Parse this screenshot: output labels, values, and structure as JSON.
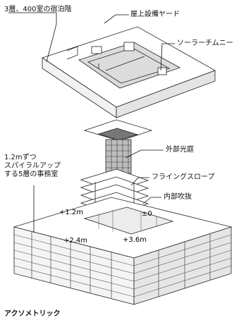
{
  "labels": {
    "guest_floors": "3層、400室の宿泊階",
    "rooftop_yard": "屋上設備ヤード",
    "solar_chimney": "ソーラーチムニー",
    "external_court": "外部光庭",
    "flying_slope": "フライングスロープ",
    "internal_atrium": "内部吹抜",
    "spiral_office": [
      "1.2mずつ",
      "スパイラルアップ",
      "する5層の事務室"
    ]
  },
  "levels": {
    "plus_1_2": "+1.2m",
    "zero": "±0",
    "plus_2_4": "+2.4m",
    "plus_3_6": "+3.6m"
  },
  "caption": "アクソメトリック"
}
